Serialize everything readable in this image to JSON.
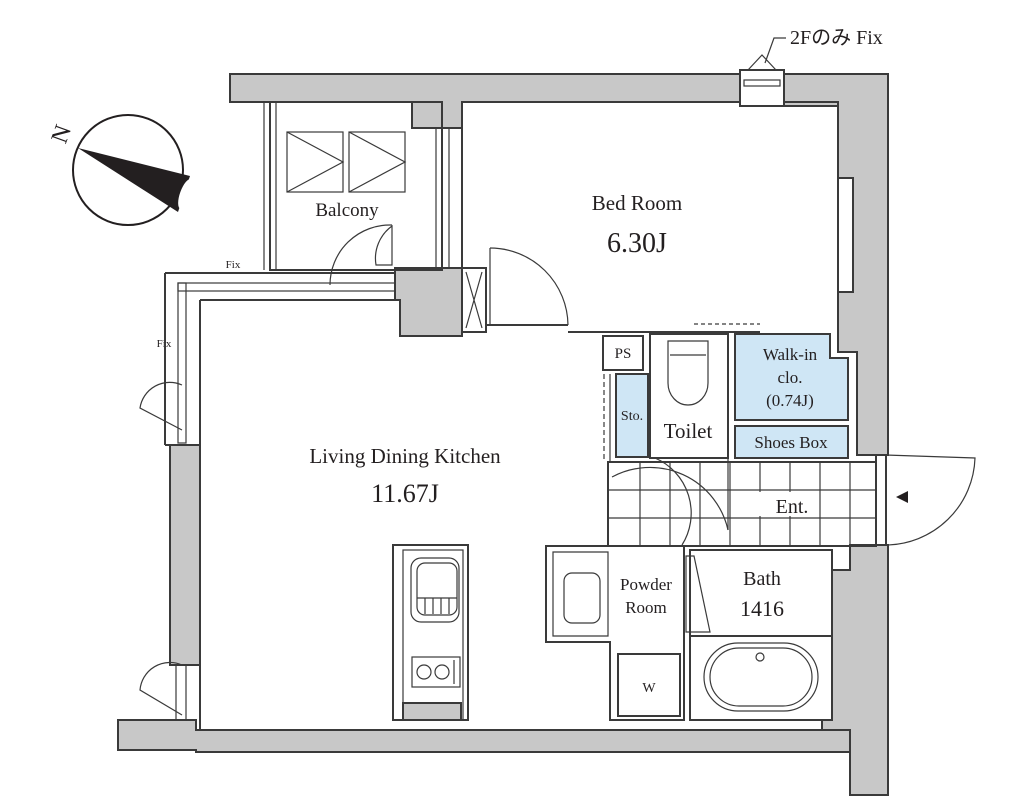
{
  "plan": {
    "top_note": "2Fのみ Fix",
    "compass": {
      "label": "N"
    },
    "rooms": {
      "bedroom": {
        "name": "Bed Room",
        "size": "6.30J"
      },
      "ldk": {
        "name": "Living Dining Kitchen",
        "size": "11.67J"
      },
      "balcony": {
        "name": "Balcony"
      },
      "ps": {
        "name": "PS"
      },
      "storage": {
        "name": "Sto."
      },
      "toilet": {
        "name": "Toilet"
      },
      "walkin": {
        "line1": "Walk-in",
        "line2": "clo.",
        "line3": "(0.74J)"
      },
      "shoesbox": {
        "name": "Shoes Box"
      },
      "entrance": {
        "name": "Ent."
      },
      "powder": {
        "line1": "Powder",
        "line2": "Room"
      },
      "bath": {
        "name": "Bath",
        "size": "1416"
      },
      "washer": {
        "name": "W"
      }
    },
    "fix_labels": {
      "balcony_window": "Fix",
      "west_window": "Fix"
    },
    "colors": {
      "wall": "#c8c8c8",
      "closet": "#cfe6f5",
      "line": "#3a3a3a"
    }
  }
}
